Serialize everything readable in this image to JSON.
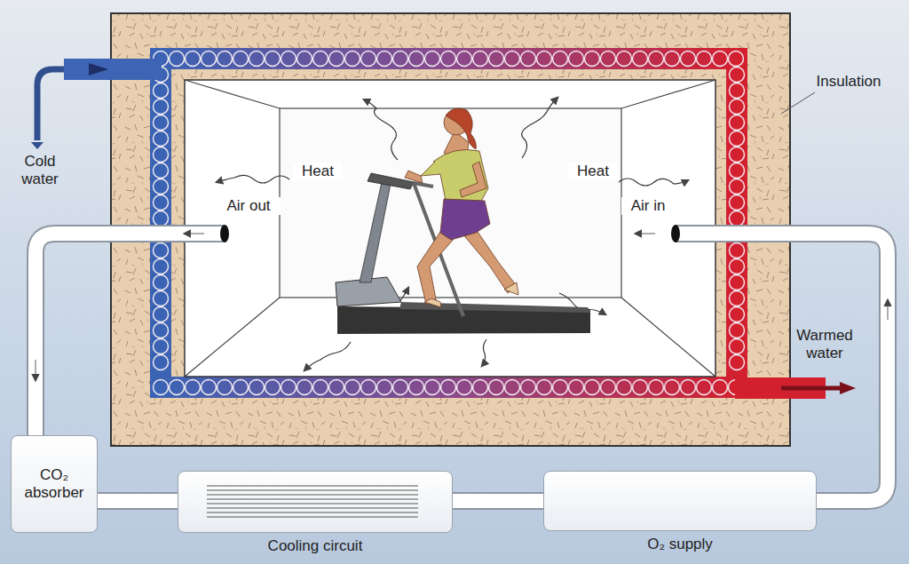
{
  "diagram": {
    "nodes": [
      {
        "text": [
          "CO₂ absorber"
        ]
      },
      {
        "text": [
          "Cooling circuit"
        ]
      },
      {
        "text": [
          "O₂ supply"
        ]
      }
    ],
    "edges": [
      {
        "from": 0,
        "to": 1,
        "arrow": "none"
      },
      {
        "from": 1,
        "to": 2,
        "arrow": "none"
      }
    ],
    "labels": [
      "Cold water",
      "Heat",
      "Air out",
      "Heat",
      "Air in",
      "Insulation",
      "Warmed water"
    ]
  }
}
